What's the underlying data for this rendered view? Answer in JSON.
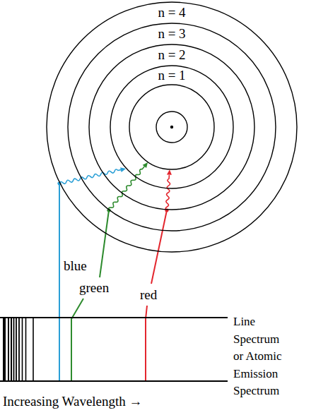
{
  "diagram": {
    "nodes": [
      {
        "text": [
          "n = 4"
        ]
      },
      {
        "text": [
          "n = 3"
        ],
        "in": 0
      },
      {
        "text": [
          "n = 2"
        ],
        "in": 1
      },
      {
        "text": [
          "n = 1"
        ],
        "in": 2
      }
    ],
    "labels": [
      "blue",
      "green",
      "red",
      "Line Spectrum or Atomic Emission Spectrum",
      "Increasing Wavelength →"
    ]
  }
}
